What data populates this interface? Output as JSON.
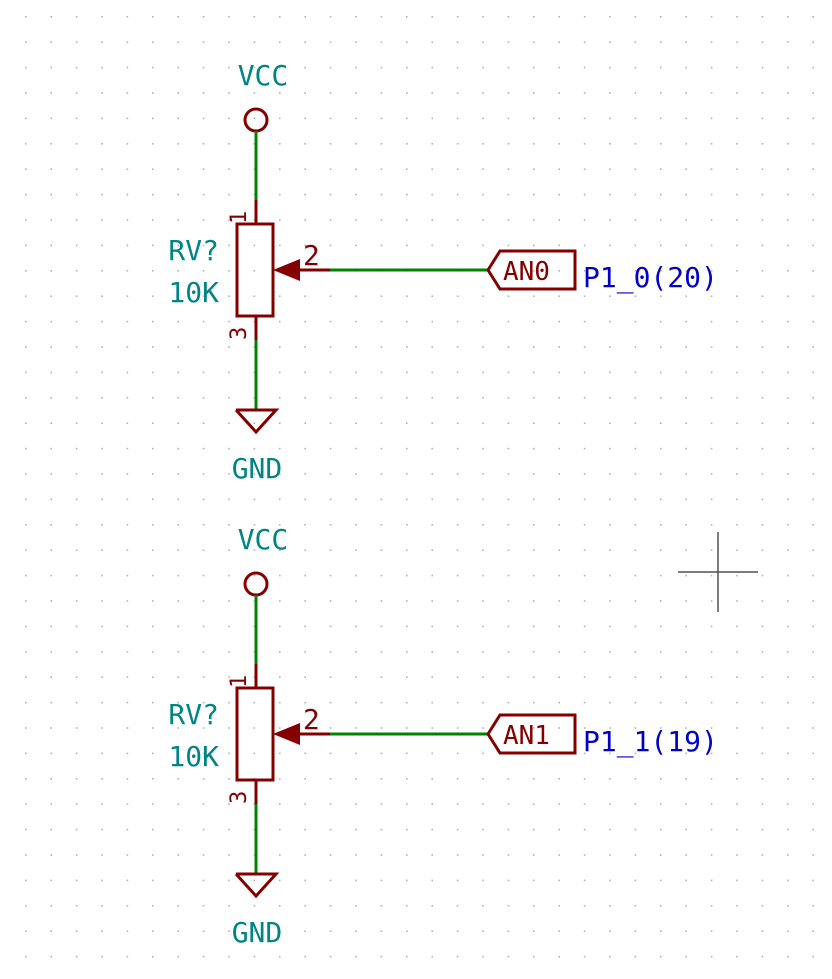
{
  "colors": {
    "background": "#ffffff",
    "grid_dot": "#b4b4b4",
    "symbol": "#840000",
    "wire": "#008400",
    "reference_text": "#008484",
    "net_text": "#0000c8",
    "cursor": "#505050"
  },
  "circuits": [
    {
      "power_label": "VCC",
      "ground_label": "GND",
      "ref": "RV?",
      "value": "10K",
      "pin_top": "1",
      "pin_wiper": "2",
      "pin_bottom": "3",
      "label": "AN0",
      "pin_name": "P1_0(20)"
    },
    {
      "power_label": "VCC",
      "ground_label": "GND",
      "ref": "RV?",
      "value": "10K",
      "pin_top": "1",
      "pin_wiper": "2",
      "pin_bottom": "3",
      "label": "AN1",
      "pin_name": "P1_1(19)"
    }
  ]
}
